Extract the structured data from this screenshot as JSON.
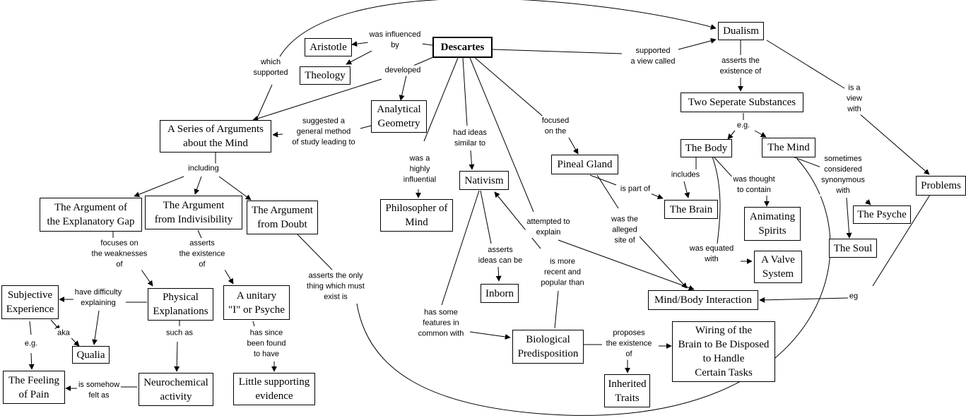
{
  "nodes": {
    "descartes": "Descartes",
    "aristotle": "Aristotle",
    "theology": "Theology",
    "dualism": "Dualism",
    "analytical_geometry": "Analytical\nGeometry",
    "series_arguments": "A Series of Arguments\nabout the Mind",
    "two_substances": "Two Seperate Substances",
    "the_body": "The Body",
    "the_mind": "The Mind",
    "problems": "Problems",
    "pineal_gland": "Pineal Gland",
    "nativism": "Nativism",
    "the_brain": "The Brain",
    "the_psyche": "The Psyche",
    "argument_gap": "The Argument of\nthe Explanatory Gap",
    "argument_indivisibility": "The Argument\nfrom Indivisibility",
    "argument_doubt": "The Argument\nfrom Doubt",
    "philosopher_mind": "Philosopher of\nMind",
    "animating_spirits": "Animating\nSpirits",
    "the_soul": "The Soul",
    "valve_system": "A Valve\nSystem",
    "subjective_experience": "Subjective\nExperience",
    "physical_explanations": "Physical\nExplanations",
    "unitary_i": "A unitary\n\"I\" or Psyche",
    "inborn": "Inborn",
    "mind_body": "Mind/Body Interaction",
    "qualia": "Qualia",
    "biological_predisposition": "Biological\nPredisposition",
    "wiring": "Wiring of the\nBrain to Be Disposed\nto Handle\nCertain Tasks",
    "feeling_pain": "The Feeling\nof Pain",
    "neurochemical": "Neurochemical\nactivity",
    "little_evidence": "Little supporting\nevidence",
    "inherited_traits": "Inherited\nTraits"
  },
  "links": {
    "was_influenced_by": "was influenced\nby",
    "developed": "developed",
    "supported_view": "supported\na view called",
    "which_supported": "which\nsupported",
    "asserts_existence_of": "asserts the\nexistence of",
    "is_view_with": "is a\nview\nwith",
    "suggested_method": "suggested a\ngeneral method\nof study leading to",
    "had_ideas_similar": "had ideas\nsimilar to",
    "focused_on": "focused\non the",
    "eg_substances": "e.g.",
    "including": "including",
    "highly_influential": "was a\nhighly\ninfluential",
    "includes": "includes",
    "thought_to_contain": "was thought\nto contain",
    "sometimes_synonymous": "sometimes\nconsidered\nsynonymous\nwith",
    "is_part_of": "is part of",
    "attempted_explain": "attempted to\nexplain",
    "alleged_site": "was the\nalleged\nsite of",
    "focuses_weaknesses": "focuses on\nthe weaknesses\nof",
    "asserts_existence_of2": "asserts\nthe existence\nof",
    "was_equated_with": "was equated\nwith",
    "asserts_ideas": "asserts\nideas can be",
    "is_more_recent": "is more\nrecent and\npopular than",
    "asserts_only_thing": "asserts the only\nthing which must\nexist is",
    "have_difficulty": "have difficulty\nexplaining",
    "eg_problems": "eg",
    "has_features": "has some\nfeatures in\ncommon with",
    "aka": "aka",
    "such_as": "such as",
    "has_since": "has since\nbeen found\nto have",
    "eg_pain": "e.g.",
    "proposes_existence": "proposes\nthe existence\nof",
    "somehow_felt": "is somehow\nfelt as"
  }
}
